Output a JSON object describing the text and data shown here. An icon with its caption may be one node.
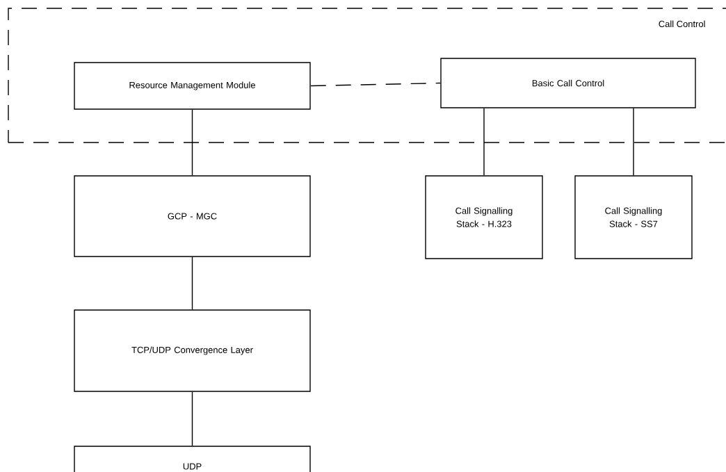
{
  "diagram": {
    "nodes": [
      {
        "text": [
          "Call Control"
        ]
      },
      {
        "text": [
          "Resource Management Module"
        ],
        "in": 0
      },
      {
        "text": [
          "Basic Call Control"
        ],
        "in": 0
      },
      {
        "text": [
          "GCP - MGC"
        ]
      },
      {
        "text": [
          "Call Signalling Stack - H.323"
        ]
      },
      {
        "text": [
          "Call Signalling Stack - SS7"
        ]
      },
      {
        "text": [
          "TCP/UDP Convergence Layer"
        ]
      },
      {
        "text": [
          "UDP"
        ]
      }
    ],
    "edges": [
      {
        "from": 1,
        "to": 2,
        "arrow": "none",
        "style": "dashed"
      },
      {
        "from": 2,
        "to": 4,
        "arrow": "none"
      },
      {
        "from": 2,
        "to": 5,
        "arrow": "none"
      },
      {
        "from": 1,
        "to": 3,
        "arrow": "none"
      },
      {
        "from": 3,
        "to": 6,
        "arrow": "none"
      },
      {
        "from": 6,
        "to": 7,
        "arrow": "none"
      }
    ]
  }
}
